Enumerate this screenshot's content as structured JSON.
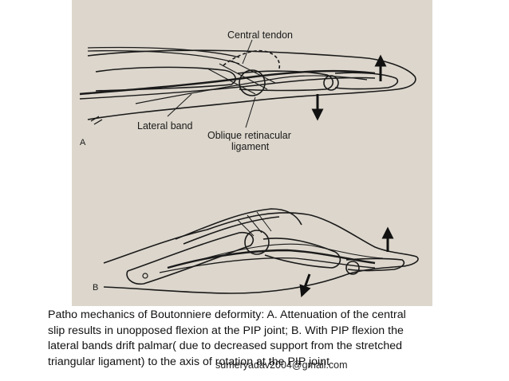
{
  "figure": {
    "panel_a": {
      "letter": "A",
      "labels": {
        "central_tendon": "Central tendon",
        "lateral_band": "Lateral band",
        "oblique_line1": "Oblique  retinacular",
        "oblique_line2": "ligament"
      }
    },
    "panel_b": {
      "letter": "B"
    }
  },
  "caption": {
    "lines": [
      "Patho mechanics of Boutonniere deformity: A. Attenuation of the central",
      "slip results in unopposed flexion at the PIP joint; B. With PIP flexion the",
      "lateral bands drift palmar( due to decreased support from the stretched",
      "triangular ligament) to the axis of rotation at the PIP joint"
    ]
  },
  "watermark": "sumeryadav2004@gmail.com"
}
